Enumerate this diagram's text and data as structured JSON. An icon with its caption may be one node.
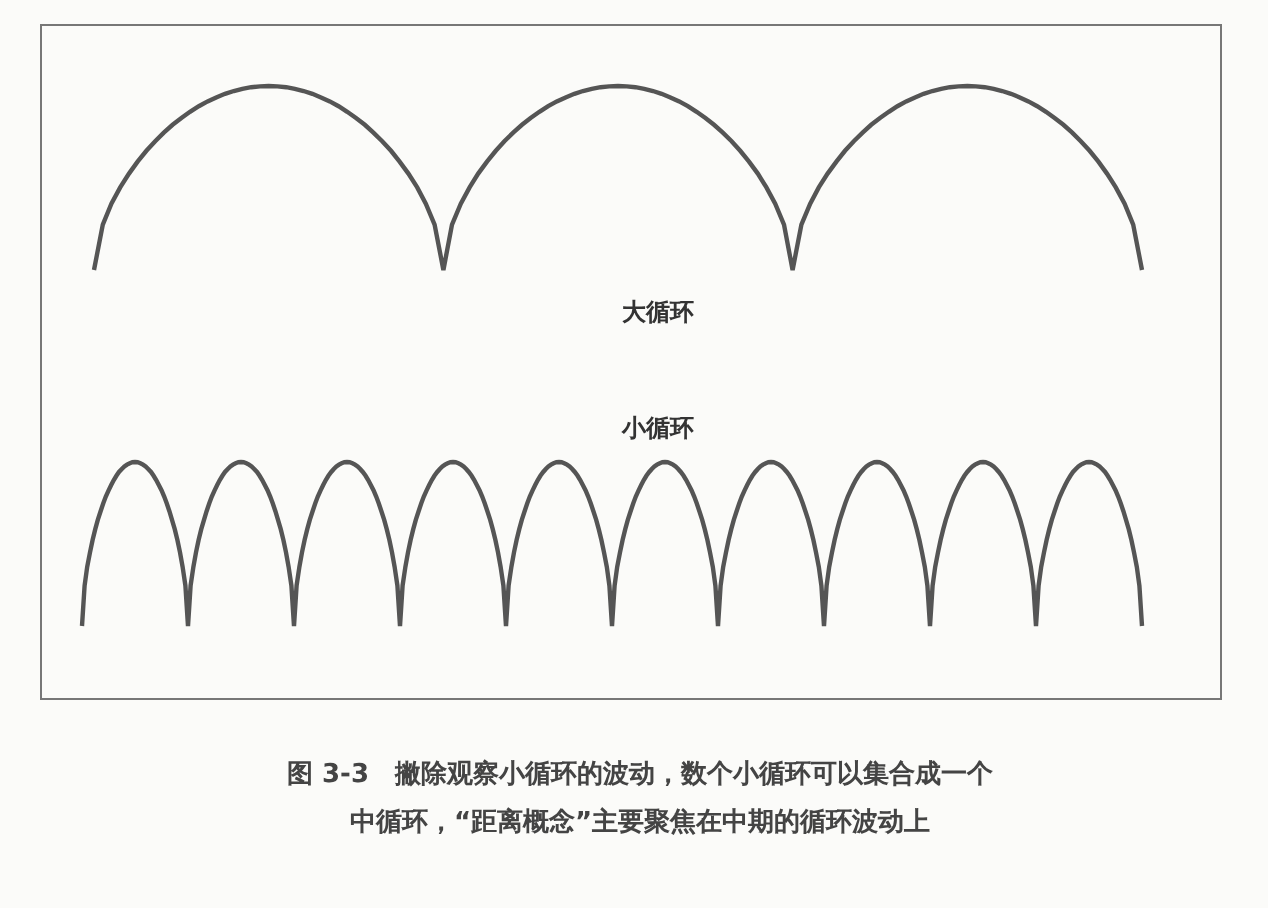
{
  "diagram": {
    "caption": "图 3-3　撇除观察小循环的波动，数个小循环可以集合成一个中循环，“距离概念”主要聚焦在中期的循环波动上",
    "labels": [
      "大循环",
      "小循环"
    ]
  }
}
